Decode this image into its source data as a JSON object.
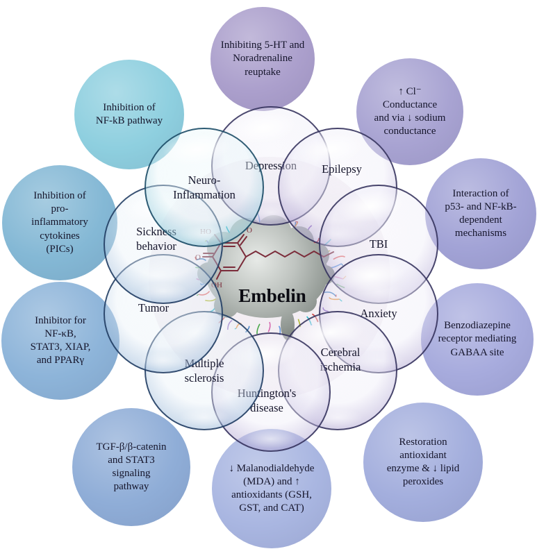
{
  "diagram": {
    "center_label": "Embelin",
    "center_icon": "gray-brain-with-colored-neuron-sprigs-and-embelin-chemical-structure",
    "structure_labels": {
      "top_left": "HO",
      "top_right": "O",
      "left": "O",
      "bottom": "OH"
    }
  },
  "inner_ring": [
    {
      "label": "Depression",
      "tint": "purple"
    },
    {
      "label": "Epilepsy",
      "tint": "purple"
    },
    {
      "label": "TBI",
      "tint": "purple"
    },
    {
      "label": "Anxiety",
      "tint": "purple"
    },
    {
      "label": "Cerebral\nischemia",
      "tint": "purple"
    },
    {
      "label": "Huntington's\ndisease",
      "tint": "purple"
    },
    {
      "label": "Multiple\nsclerosis",
      "tint": "blue"
    },
    {
      "label": "Tumor",
      "tint": "blue"
    },
    {
      "label": "Sickness\nbehavior",
      "tint": "blue"
    },
    {
      "label": "Neuro-\nInflammation",
      "tint": "teal"
    }
  ],
  "outer_ring": [
    {
      "text": "Inhibiting 5-HT and\nNoradrenaline\nreuptake",
      "color": "#ab9fcc"
    },
    {
      "text": "↑ Cl⁻\nConductance\nand via ↓ sodium\nconductance",
      "color": "#a8a3d2"
    },
    {
      "text": "Interaction of\np53- and NF-kB-\ndependent\nmechanisms",
      "color": "#a2a3d6"
    },
    {
      "text": "Benzodiazepine\nreceptor mediating\nGABAA site",
      "color": "#a7abdd"
    },
    {
      "text": "Restoration\nantioxidant\nenzyme & ↓ lipid\nperoxides",
      "color": "#a3aedd"
    },
    {
      "text": "↓ Malanodialdehyde\n(MDA) and ↑\nantioxidants (GSH,\nGST, and CAT)",
      "color": "#a9b6e1"
    },
    {
      "text": "TGF-β/β-catenin\nand STAT3\nsignaling\npathway",
      "color": "#8fadd7"
    },
    {
      "text": "Inhibitor for\nNF-κB,\nSTAT3, XIAP,\nand PPARγ",
      "color": "#8db4d9"
    },
    {
      "text": "Inhibition of\npro-\ninflammatory\ncytokines\n(PICs)",
      "color": "#84b8d5"
    },
    {
      "text": "Inhibition of\nNF-kB pathway",
      "color": "#8ecfdf"
    }
  ],
  "bubble_tint_colors": {
    "purple": "#a89cc8",
    "blue": "#8eb0d6",
    "teal": "#7cc0d6"
  },
  "sprig_palette": [
    "#d66bb0",
    "#4aa84a",
    "#3f7fc1",
    "#e8913d",
    "#8b63c0",
    "#cc4444",
    "#2ab5c9",
    "#b0b832",
    "#e06666",
    "#6699e0"
  ]
}
